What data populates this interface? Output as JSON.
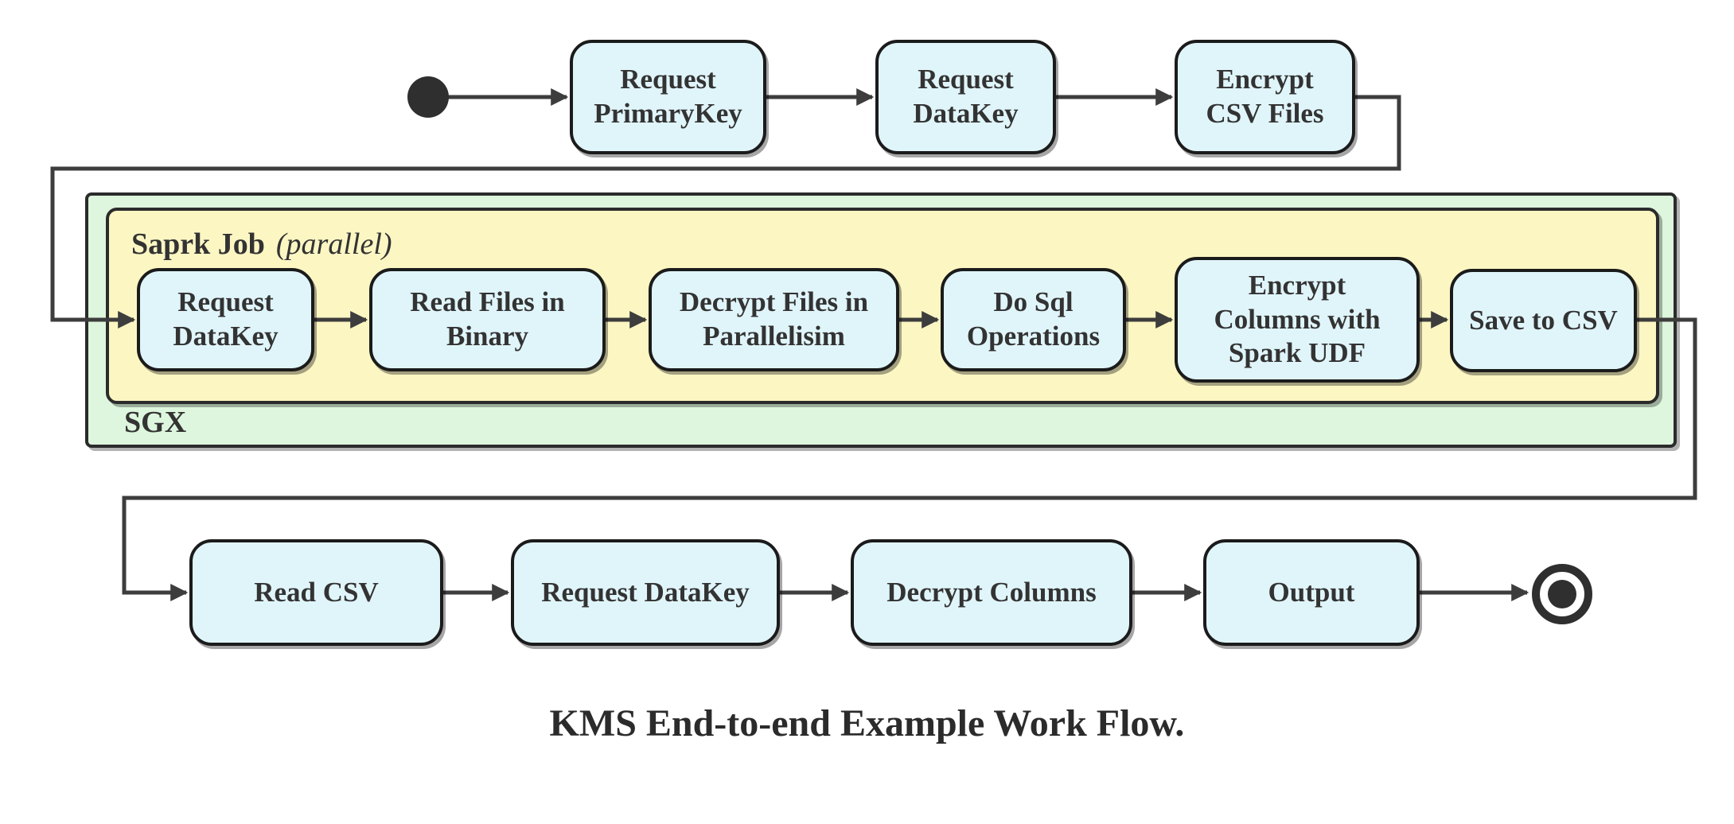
{
  "diagram": {
    "type": "state-flow-diagram",
    "caption": "KMS End-to-end Example Work Flow."
  },
  "top_flow": {
    "request_primarykey": "Request\nPrimaryKey",
    "request_datakey": "Request\nDataKey",
    "encrypt_csv_files": "Encrypt\nCSV Files"
  },
  "sgx_container": {
    "label": "SGX",
    "spark_job_container": {
      "title": "Saprk Job",
      "qualifier": "(parallel)",
      "request_datakey": "Request\nDataKey",
      "read_files_in_binary": "Read Files in\nBinary",
      "decrypt_files_in_parallelisim": "Decrypt Files in\nParallelisim",
      "do_sql_operations": "Do Sql\nOperations",
      "encrypt_columns_with_spark_udf": "Encrypt\nColumns with\nSpark UDF",
      "save_to_csv": "Save to CSV"
    }
  },
  "bottom_flow": {
    "read_csv": "Read CSV",
    "request_datakey": "Request DataKey",
    "decrypt_columns": "Decrypt Columns",
    "output": "Output"
  },
  "colors": {
    "node_fill": "#e0f5fa",
    "node_border": "#1b1b1b",
    "spark_container_fill": "#fcf6c3",
    "sgx_container_fill": "#ddf6dd",
    "container_border": "#2b2b2b",
    "connector": "#3d3d3d",
    "text": "#333333",
    "start_end": "#2f2f2f",
    "background": "#ffffff"
  }
}
